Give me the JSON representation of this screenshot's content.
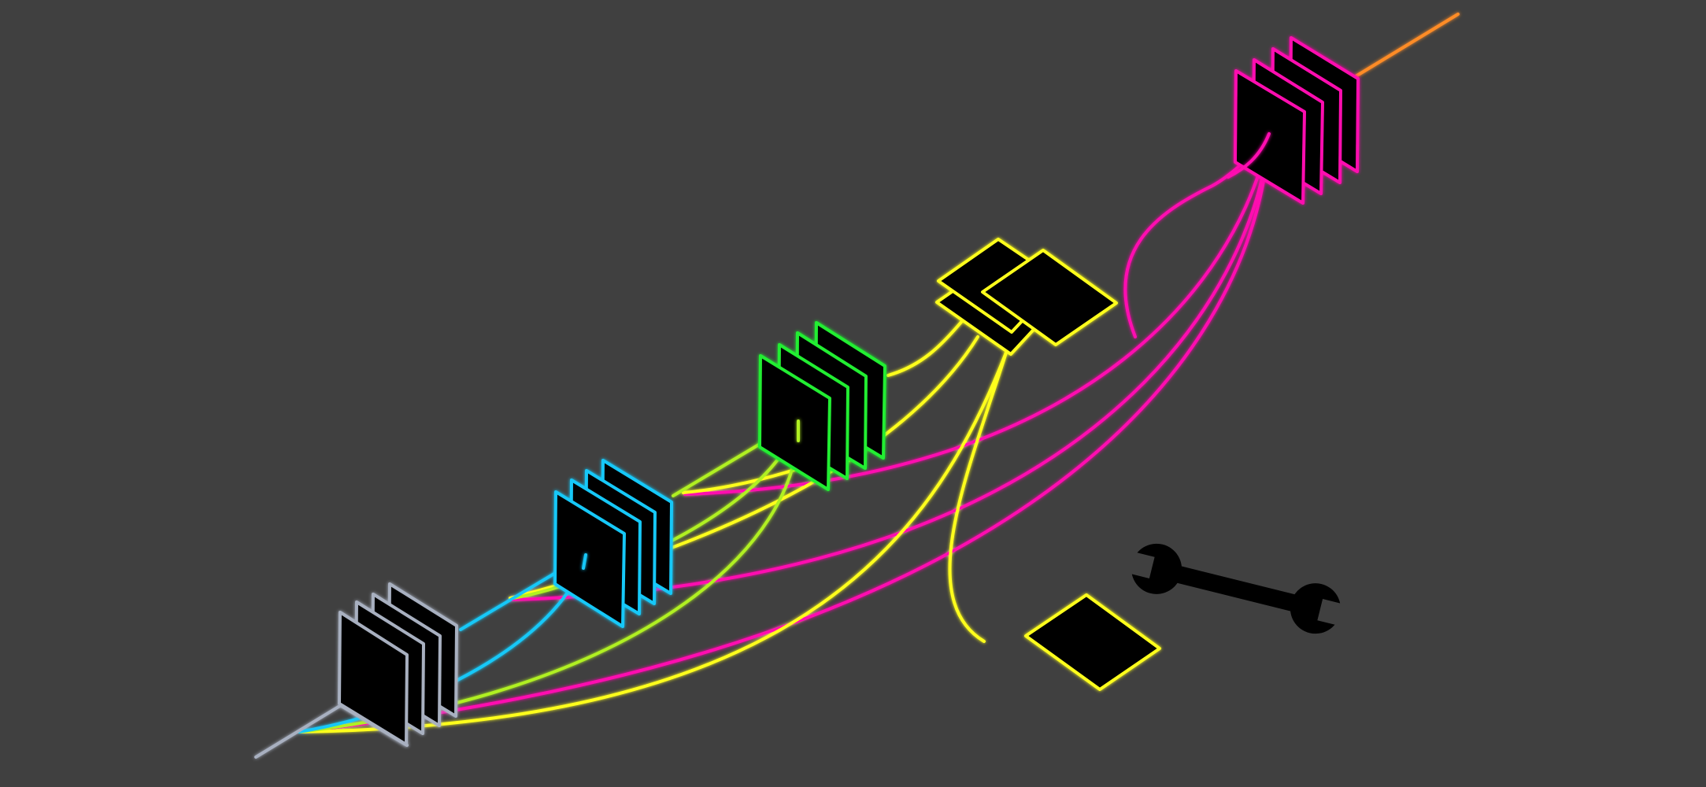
{
  "diagram": {
    "background": "#404040",
    "stages": [
      {
        "name": "input-stage",
        "color": "#a8b0c0",
        "panel_count": 4
      },
      {
        "name": "stage-2",
        "color": "#18c8f8",
        "panel_count": 4
      },
      {
        "name": "stage-3",
        "color": "#20ee30",
        "panel_count": 4
      },
      {
        "name": "pool-stage",
        "color": "#ffff1e",
        "panel_count": 2
      },
      {
        "name": "output-stage",
        "color": "#ff10b0",
        "panel_count": 4
      }
    ],
    "connection_colors": {
      "gray": "#a8b0c0",
      "cyan": "#18c8f8",
      "lime": "#b0f020",
      "yellow": "#ffff1e",
      "magenta": "#ff10b0",
      "orange": "#ff8c28"
    },
    "icons": [
      {
        "name": "wrench-icon",
        "color": "#000000"
      },
      {
        "name": "diamond-tile-icon",
        "color": "#ffff1e"
      }
    ]
  }
}
